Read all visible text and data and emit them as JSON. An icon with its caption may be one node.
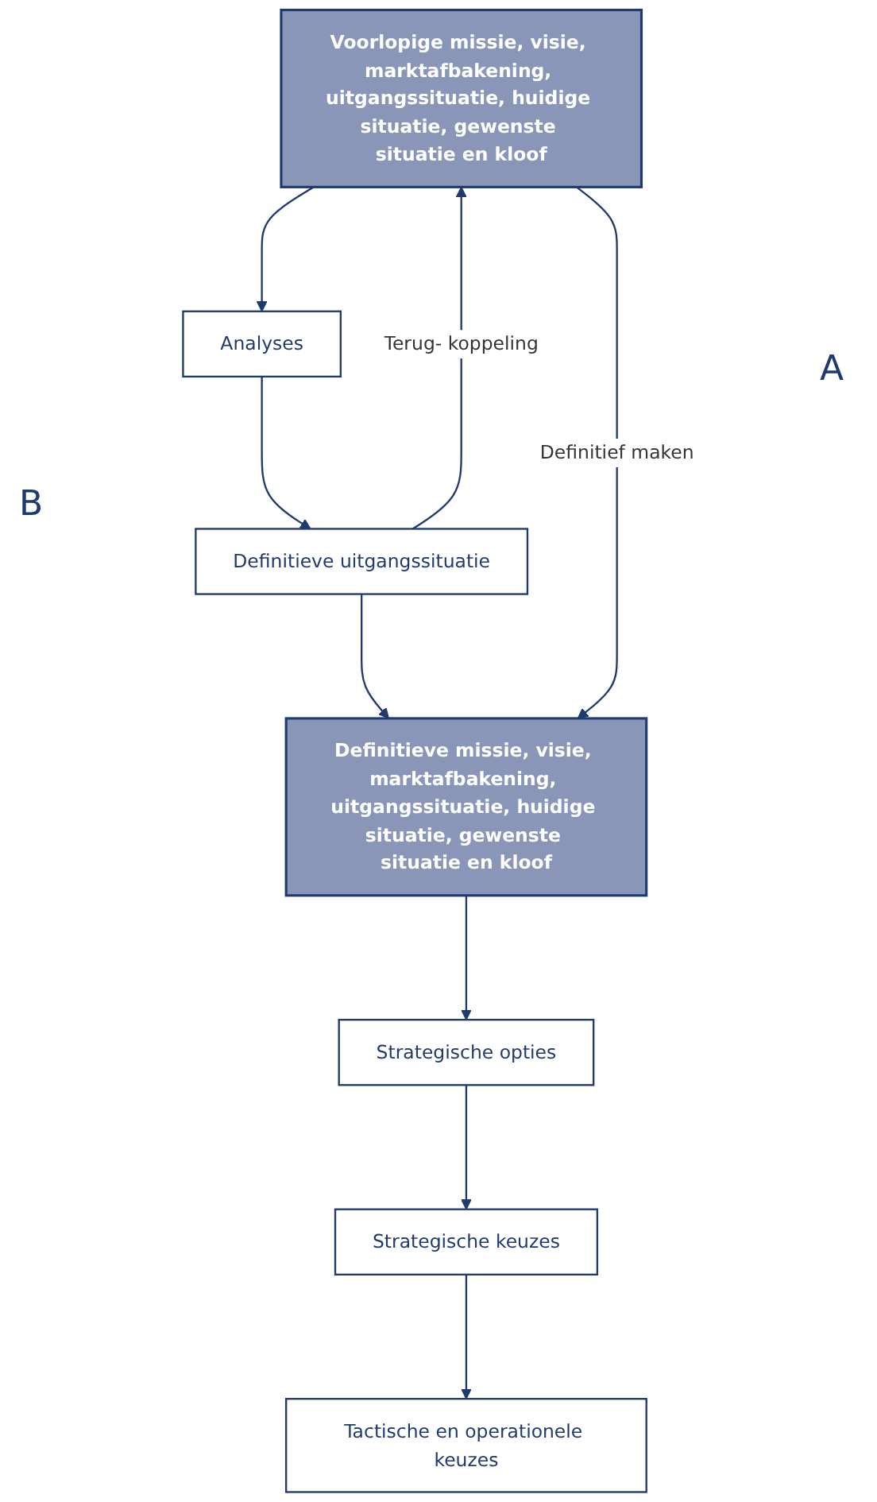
{
  "diagram": {
    "nodes": [
      {
        "text": [
          "Voorlopige missie, visie, marktafbakening, uitgangssituatie, huidige situatie, gewenste situatie en kloof"
        ]
      },
      {
        "text": [
          "Analyses"
        ]
      },
      {
        "text": [
          "Definitieve uitgangssituatie"
        ]
      },
      {
        "text": [
          "Definitieve missie, visie, marktafbakening, uitgangssituatie, huidige situatie, gewenste situatie en kloof"
        ]
      },
      {
        "text": [
          "Strategische opties"
        ]
      },
      {
        "text": [
          "Strategische keuzes"
        ]
      },
      {
        "text": [
          "Tactische en operationele keuzes"
        ]
      }
    ],
    "edges": [
      {
        "from": 0,
        "to": 1,
        "arrow": "to"
      },
      {
        "from": 1,
        "to": 2,
        "arrow": "to"
      },
      {
        "from": 2,
        "to": 3,
        "arrow": "to"
      },
      {
        "from": 3,
        "to": 4,
        "arrow": "to"
      },
      {
        "from": 4,
        "to": 5,
        "arrow": "to"
      },
      {
        "from": 5,
        "to": 6,
        "arrow": "to"
      },
      {
        "from": 2,
        "to": 0,
        "arrow": "to",
        "label": "Terug- koppeling"
      },
      {
        "from": 0,
        "to": 3,
        "arrow": "to",
        "label": "Definitief maken"
      }
    ],
    "labels": [
      "A",
      "B"
    ]
  }
}
